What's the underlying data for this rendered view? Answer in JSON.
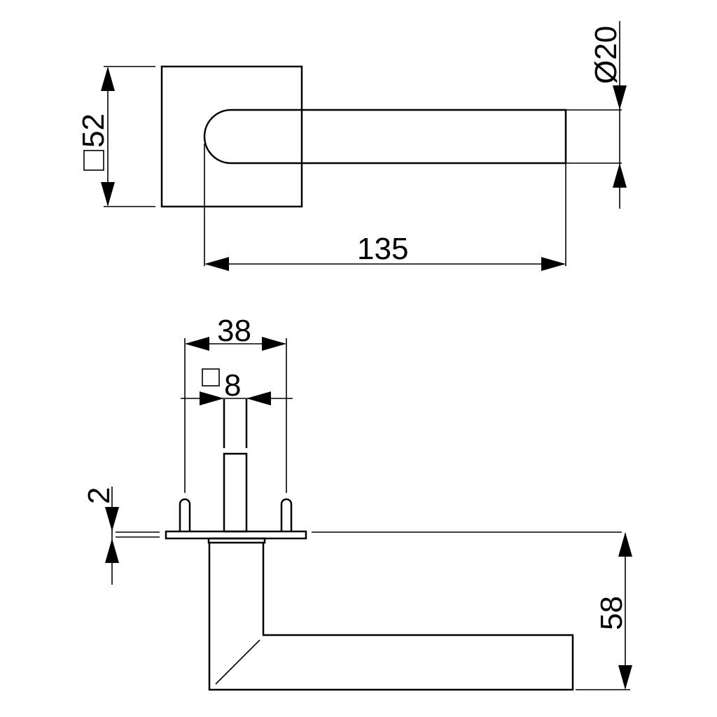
{
  "dimensions": {
    "rose_square": "52",
    "handle_length": "135",
    "handle_diameter": "Ø20",
    "pin_spacing": "38",
    "spindle_square": "8",
    "rose_thickness": "2",
    "projection": "58"
  }
}
